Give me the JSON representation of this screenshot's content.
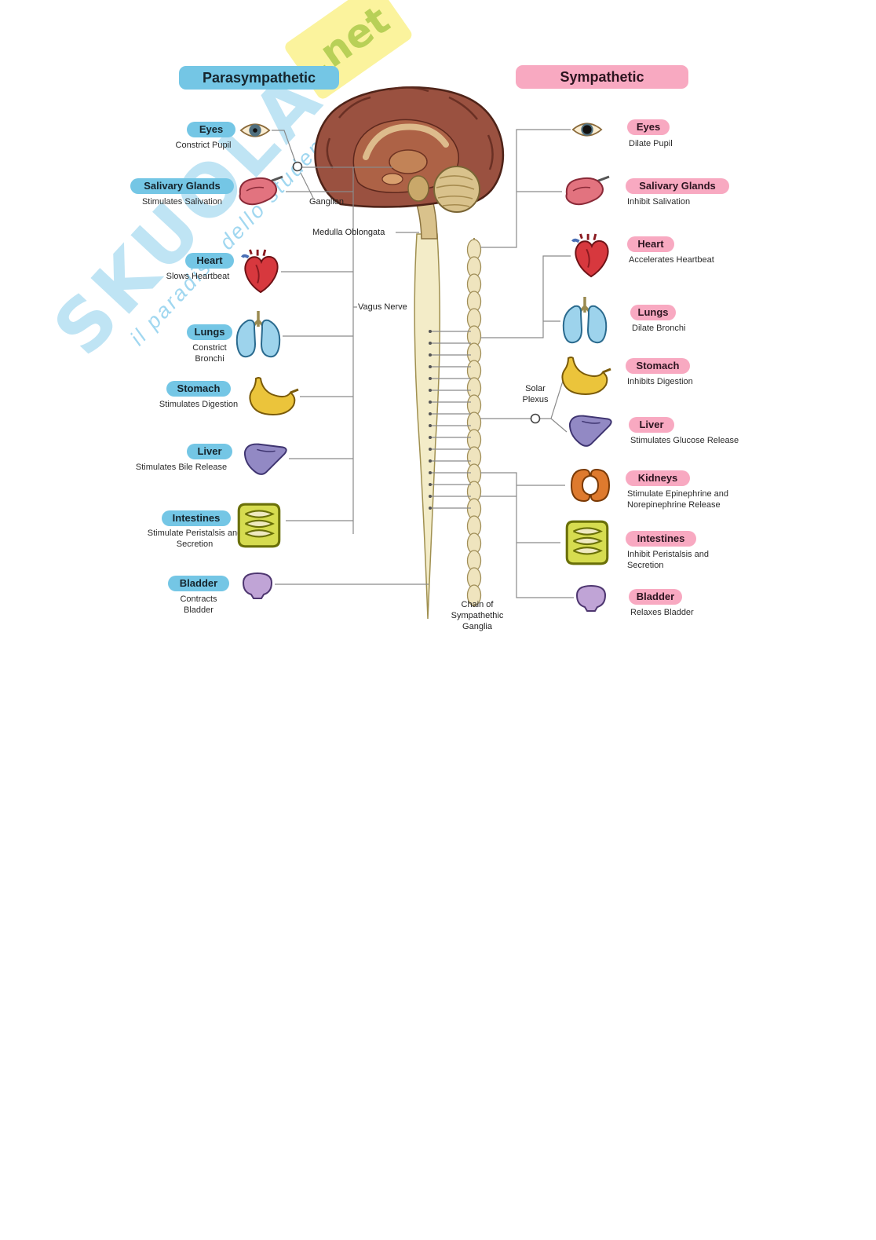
{
  "watermark": {
    "brand": "SKUOLA",
    "suffix": ".net",
    "tagline": "il paradiso dello studente"
  },
  "colors": {
    "parasympathetic_pill": "#74c6e5",
    "sympathetic_pill": "#f8a9c1"
  },
  "diagram": {
    "headers": {
      "parasympathetic": "Parasympathetic",
      "sympathetic": "Sympathetic"
    },
    "center_labels": {
      "ganglion": "Ganglion",
      "medulla_oblongata": "Medulla Oblongata",
      "vagus_nerve": "Vagus Nerve",
      "solar_plexus": "Solar Plexus",
      "sympathetic_chain": "Chain of Sympathethic Ganglia"
    },
    "parasympathetic": {
      "items": [
        {
          "organ": "Eyes",
          "effect": "Constrict Pupil"
        },
        {
          "organ": "Salivary Glands",
          "effect": "Stimulates Salivation"
        },
        {
          "organ": "Heart",
          "effect": "Slows Heartbeat"
        },
        {
          "organ": "Lungs",
          "effect": "Constrict Bronchi"
        },
        {
          "organ": "Stomach",
          "effect": "Stimulates Digestion"
        },
        {
          "organ": "Liver",
          "effect": "Stimulates Bile Release"
        },
        {
          "organ": "Intestines",
          "effect": "Stimulate Peristalsis and Secretion"
        },
        {
          "organ": "Bladder",
          "effect": "Contracts Bladder"
        }
      ]
    },
    "sympathetic": {
      "items": [
        {
          "organ": "Eyes",
          "effect": "Dilate Pupil"
        },
        {
          "organ": "Salivary Glands",
          "effect": "Inhibit Salivation"
        },
        {
          "organ": "Heart",
          "effect": "Accelerates Heartbeat"
        },
        {
          "organ": "Lungs",
          "effect": "Dilate Bronchi"
        },
        {
          "organ": "Stomach",
          "effect": "Inhibits Digestion"
        },
        {
          "organ": "Liver",
          "effect": "Stimulates Glucose Release"
        },
        {
          "organ": "Kidneys",
          "effect": "Stimulate Epinephrine and Norepinephrine Release"
        },
        {
          "organ": "Intestines",
          "effect": "Inhibit Peristalsis and Secretion"
        },
        {
          "organ": "Bladder",
          "effect": "Relaxes Bladder"
        }
      ]
    }
  }
}
